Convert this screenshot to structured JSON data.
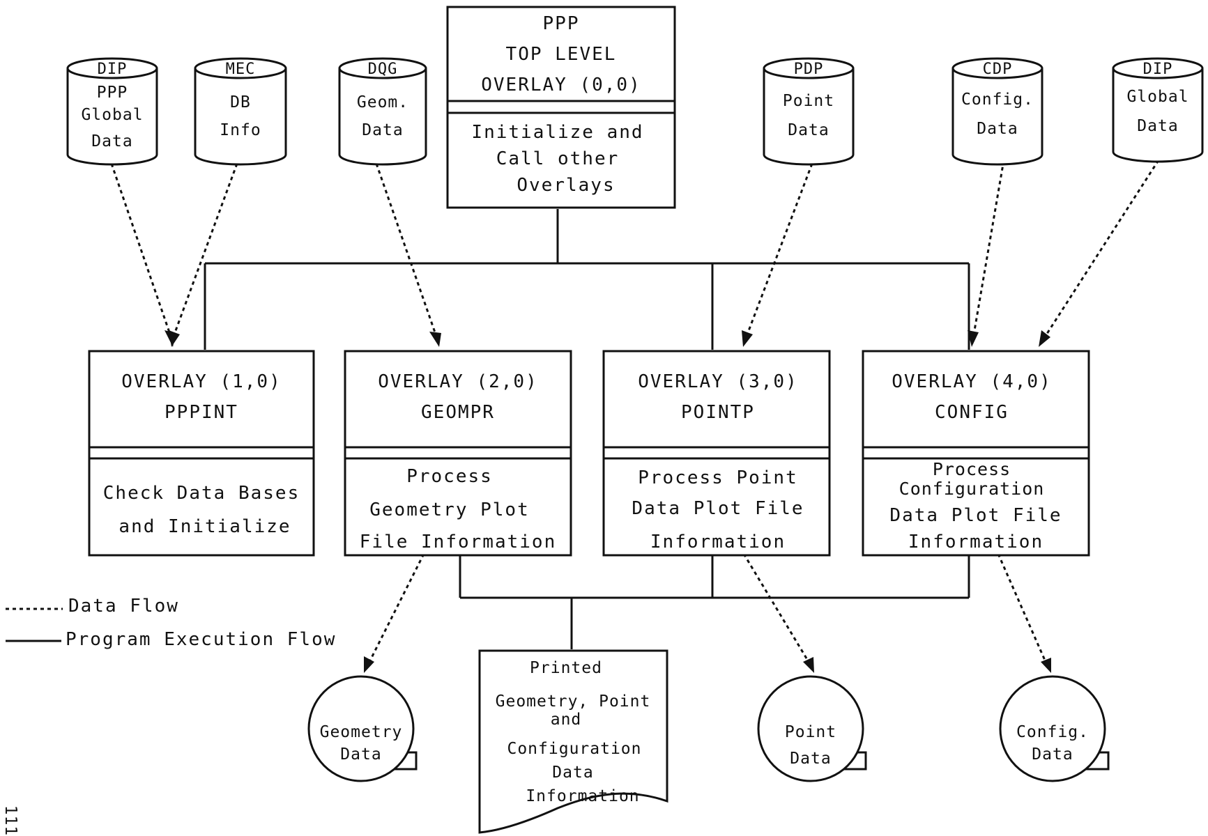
{
  "top": {
    "lines": [
      "PPP",
      "TOP LEVEL",
      "OVERLAY (0,0)"
    ],
    "body": [
      "Initialize and",
      "Call other",
      "Overlays"
    ]
  },
  "databases": [
    {
      "tag": "DIP",
      "lines": [
        "PPP",
        "Global",
        "Data"
      ]
    },
    {
      "tag": "MEC",
      "lines": [
        "DB",
        "Info"
      ]
    },
    {
      "tag": "DQG",
      "lines": [
        "Geom.",
        "Data"
      ]
    },
    {
      "tag": "PDP",
      "lines": [
        "Point",
        "Data"
      ]
    },
    {
      "tag": "CDP",
      "lines": [
        "Config.",
        "Data"
      ]
    },
    {
      "tag": "DIP",
      "lines": [
        "Global",
        "Data"
      ]
    }
  ],
  "overlays": [
    {
      "title": [
        "OVERLAY (1,0)",
        "PPPINT"
      ],
      "body": [
        "Check Data Bases",
        "and Initialize"
      ]
    },
    {
      "title": [
        "OVERLAY (2,0)",
        "GEOMPR"
      ],
      "body": [
        "Process",
        "Geometry Plot",
        "File Information"
      ]
    },
    {
      "title": [
        "OVERLAY (3,0)",
        "POINTP"
      ],
      "body": [
        "Process Point",
        "Data Plot File",
        "Information"
      ]
    },
    {
      "title": [
        "OVERLAY (4,0)",
        "CONFIG"
      ],
      "body": [
        "Process",
        "Configuration",
        "Data Plot File",
        "Information"
      ]
    }
  ],
  "outputs": [
    {
      "lines": [
        "Geometry",
        "Data"
      ]
    },
    {
      "lines": [
        "Point",
        "Data"
      ]
    },
    {
      "lines": [
        "Config.",
        "Data"
      ]
    }
  ],
  "printed": {
    "lines": [
      "Printed",
      "Geometry, Point",
      "and",
      "Configuration",
      "Data",
      "Information"
    ]
  },
  "legend": {
    "data_flow": "Data Flow",
    "execution_flow": "Program Execution Flow"
  },
  "page_mark": "111"
}
